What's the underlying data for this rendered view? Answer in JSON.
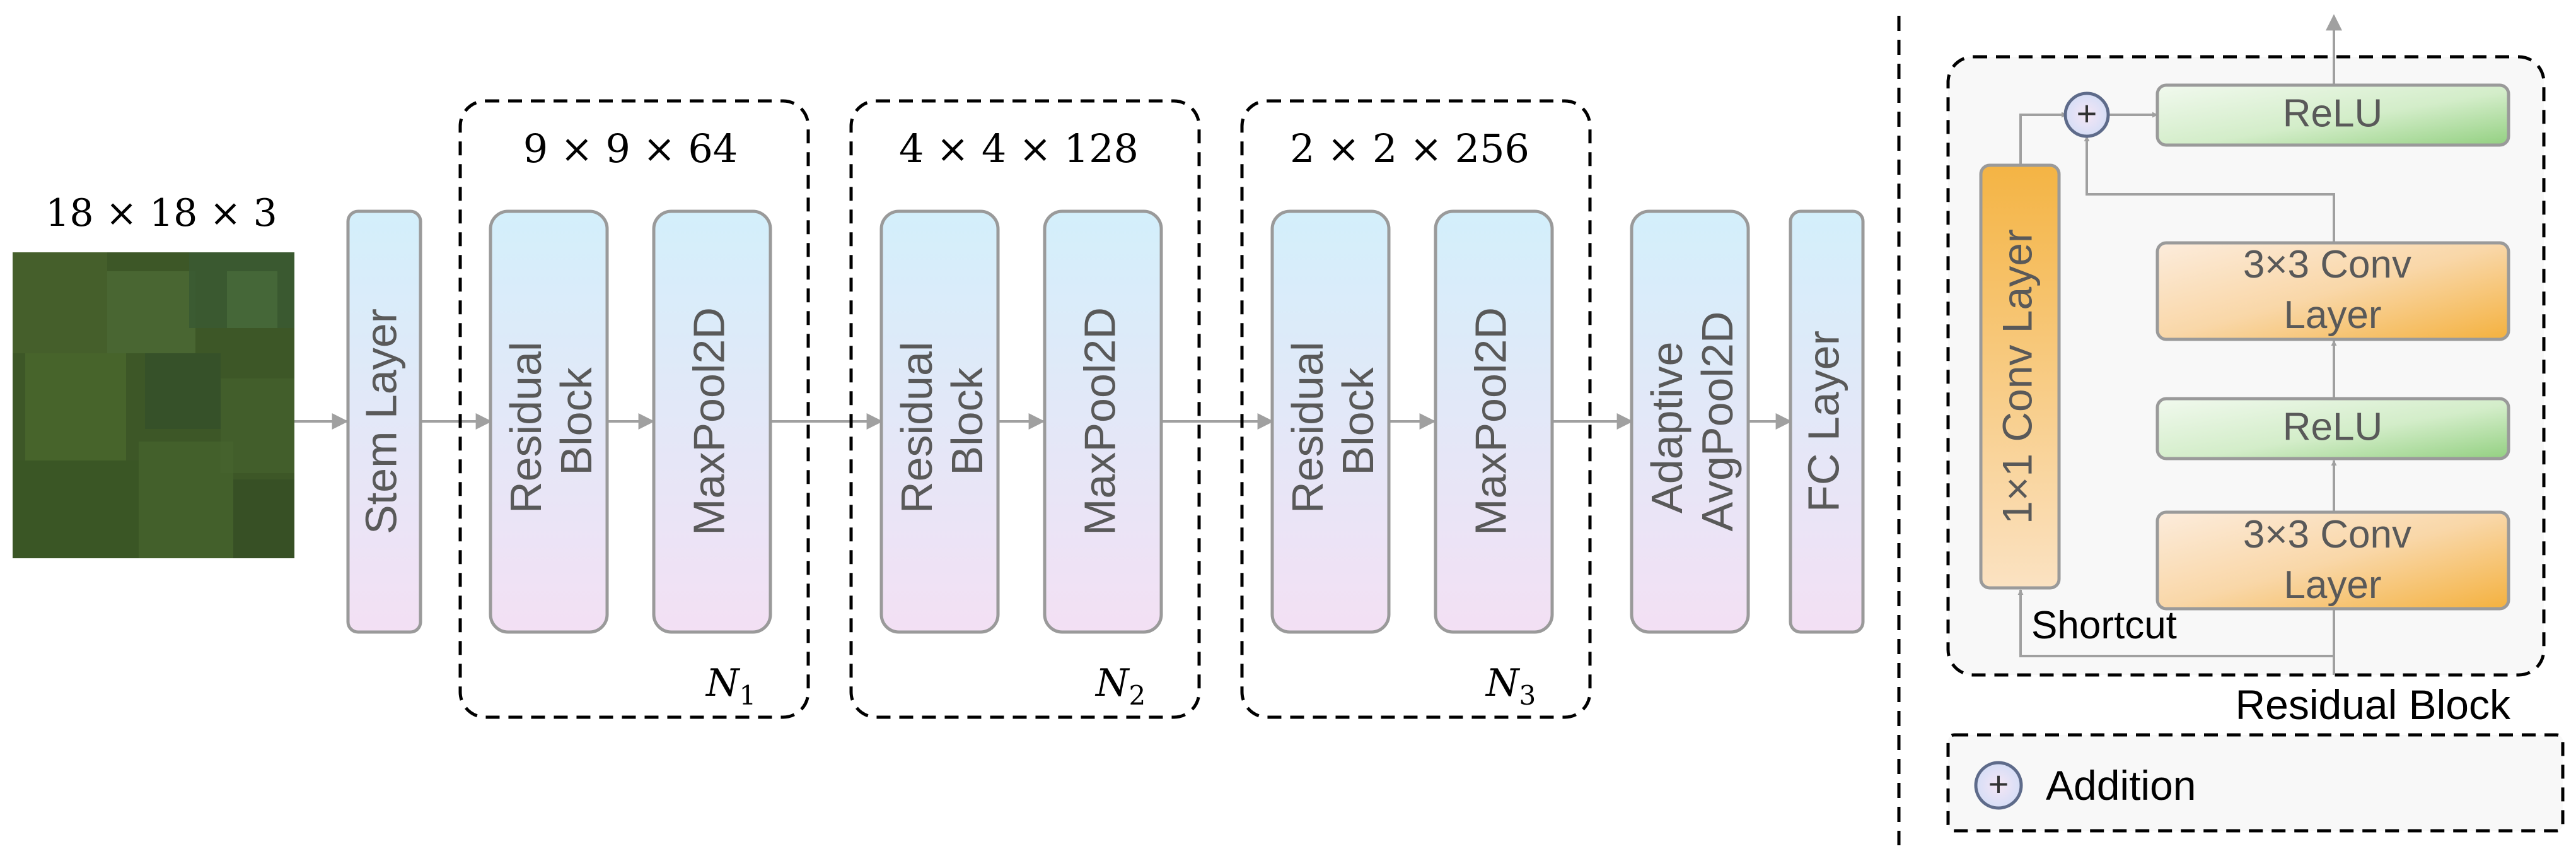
{
  "input": {
    "dims": "18 × 18 × 3",
    "image_desc_colors": [
      "#3f5a26",
      "#4b6a30",
      "#33502a"
    ]
  },
  "pipeline": {
    "stem": "Stem Layer",
    "stages": [
      {
        "dims": "9 × 9 × 64",
        "block1": [
          "Residual",
          "Block"
        ],
        "block2": "MaxPool2D",
        "repeat": "N",
        "repeat_sub": "1"
      },
      {
        "dims": "4 × 4 × 128",
        "block1": [
          "Residual",
          "Block"
        ],
        "block2": "MaxPool2D",
        "repeat": "N",
        "repeat_sub": "2"
      },
      {
        "dims": "2 × 2 × 256",
        "block1": [
          "Residual",
          "Block"
        ],
        "block2": "MaxPool2D",
        "repeat": "N",
        "repeat_sub": "3"
      }
    ],
    "pool": [
      "Adaptive",
      "AvgPool2D"
    ],
    "fc": "FC Layer"
  },
  "residual_detail": {
    "title": "Residual Block",
    "shortcut_layer": "1×1 Conv Layer",
    "shortcut_label": "Shortcut",
    "relu_top": "ReLU",
    "conv_upper": [
      "3×3 Conv",
      "Layer"
    ],
    "relu_mid": "ReLU",
    "conv_lower": [
      "3×3 Conv",
      "Layer"
    ],
    "add_symbol": "+"
  },
  "legend": {
    "symbol": "+",
    "label": "Addition"
  },
  "colors": {
    "blue_pink_top": "#d3effb",
    "blue_pink_bottom": "#f2e0f3",
    "orange_light": "#fbe7d3",
    "orange_dark": "#f5b54a",
    "green_light": "#eaf6e6",
    "green_dark": "#9ad48a",
    "stroke": "#9a9a9a",
    "arrow": "#a0a0a0",
    "text": "#595959"
  }
}
